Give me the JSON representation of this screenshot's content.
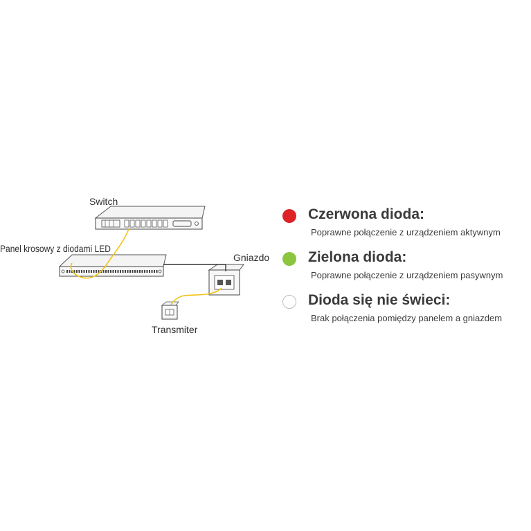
{
  "diagram": {
    "labels": {
      "switch": "Switch",
      "panel": "Panel krosowy z diodami LED",
      "socket": "Gniazdo",
      "transmitter": "Transmiter"
    }
  },
  "legend": {
    "items": [
      {
        "title": "Czerwona dioda:",
        "description": "Poprawne połączenie z urządzeniem aktywnym",
        "color": "#dd2328"
      },
      {
        "title": "Zielona dioda:",
        "description": "Poprawne połączenie z urządzeniem pasywnym",
        "color": "#8cc63f"
      },
      {
        "title": "Dioda się nie świeci:",
        "description": "Brak połączenia pomiędzy panelem a gniazdem",
        "color": "#ffffff"
      }
    ]
  },
  "colors": {
    "cable": "#f0c419",
    "line": "#333333",
    "text": "#3a3a3a"
  }
}
